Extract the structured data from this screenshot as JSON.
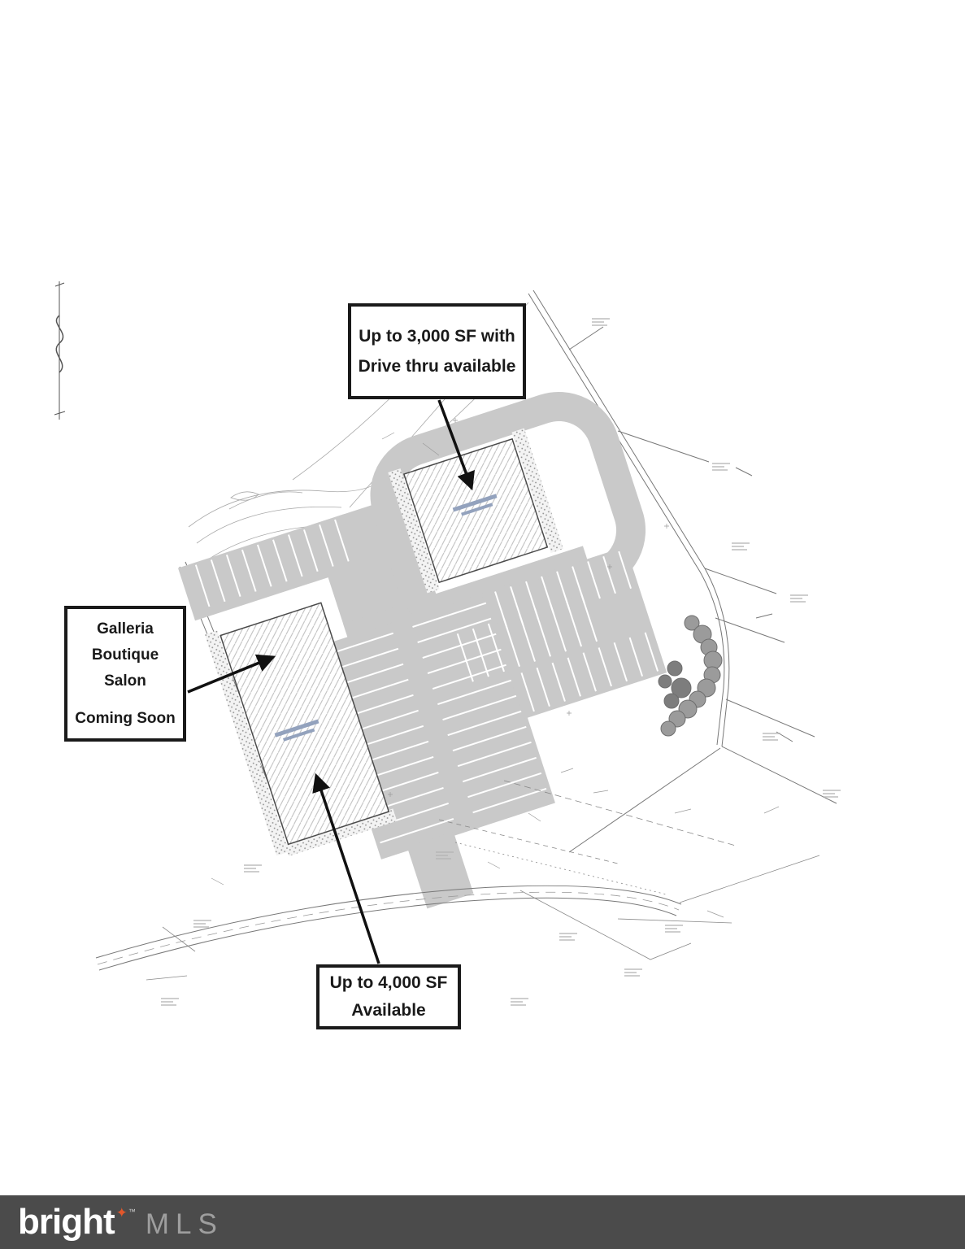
{
  "callouts": {
    "unit_3000": {
      "line1": "Up to 3,000 SF with",
      "line2": "Drive thru available"
    },
    "galleria": {
      "line1": "Galleria",
      "line2": "Boutique",
      "line3": "Salon",
      "line4": "Coming Soon"
    },
    "unit_4000": {
      "line1": "Up to 4,000 SF",
      "line2": "Available"
    }
  },
  "footer": {
    "brand": "bright",
    "trademark": "™",
    "brand_suffix": "MLS"
  },
  "colors": {
    "paved": "#c9c9c9",
    "footer_bar": "#4b4b4b",
    "star": "#e2572b",
    "callout_border": "#1a1a1a"
  }
}
